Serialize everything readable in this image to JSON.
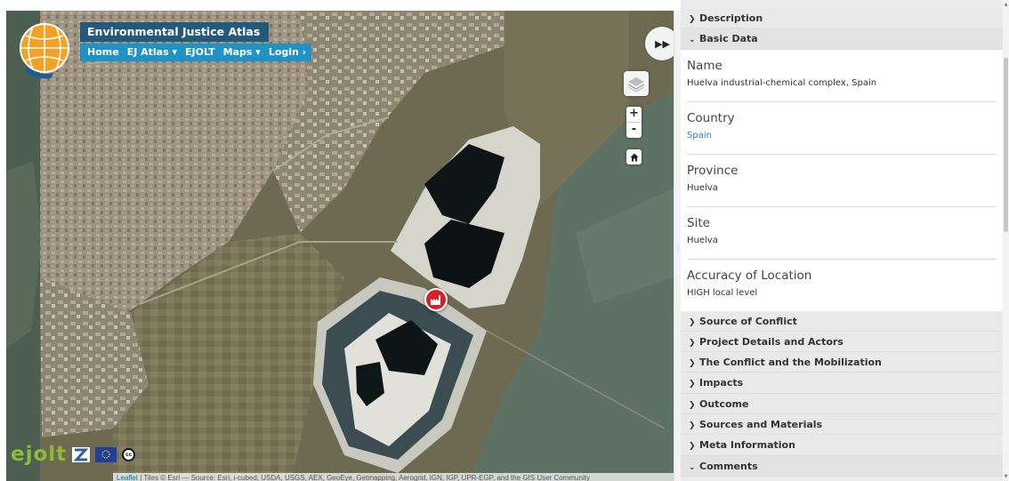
{
  "header": {
    "title": "Environmental Justice Atlas",
    "nav": [
      "Home",
      "EJ Atlas ▾",
      "EJOLT",
      "Maps ▾",
      "Login ›"
    ]
  },
  "map": {
    "footer_logo_text": "ejolt",
    "attribution_link": "Leaflet",
    "attribution_text": " | Tiles © Esri — Source: Esri, i-cubed, USDA, USGS, AEX, GeoEye, Getmapping, Aerogrid, IGN, IGP, UPR-EGP, and the GIS User Community",
    "zoom_in": "+",
    "zoom_out": "-"
  },
  "panel": {
    "sections_top": [
      {
        "label": "Description",
        "state": "collapsed"
      },
      {
        "label": "Basic Data",
        "state": "expanded"
      }
    ],
    "fields": [
      {
        "label": "Name",
        "value": "Huelva industrial-chemical complex, Spain",
        "link": false
      },
      {
        "label": "Country",
        "value": "Spain",
        "link": true
      },
      {
        "label": "Province",
        "value": "Huelva",
        "link": false
      },
      {
        "label": "Site",
        "value": "Huelva",
        "link": false
      },
      {
        "label": "Accuracy of Location",
        "value": "HIGH local level",
        "link": false
      }
    ],
    "sections_bottom": [
      {
        "label": "Source of Conflict",
        "state": "collapsed"
      },
      {
        "label": "Project Details and Actors",
        "state": "collapsed"
      },
      {
        "label": "The Conflict and the Mobilization",
        "state": "collapsed"
      },
      {
        "label": "Impacts",
        "state": "collapsed"
      },
      {
        "label": "Outcome",
        "state": "collapsed"
      },
      {
        "label": "Sources and Materials",
        "state": "collapsed"
      },
      {
        "label": "Meta Information",
        "state": "collapsed"
      },
      {
        "label": "Comments",
        "state": "expanded"
      }
    ]
  },
  "colors": {
    "title_bar": "#22597d",
    "nav_bar": "#1f93c6",
    "marker": "#d8202a",
    "link": "#2a7fb0"
  },
  "icons": [
    "globe-logo",
    "double-chevron-right-icon",
    "layers-icon",
    "home-icon",
    "factory-icon",
    "eu-flag-icon",
    "cc-icon"
  ]
}
